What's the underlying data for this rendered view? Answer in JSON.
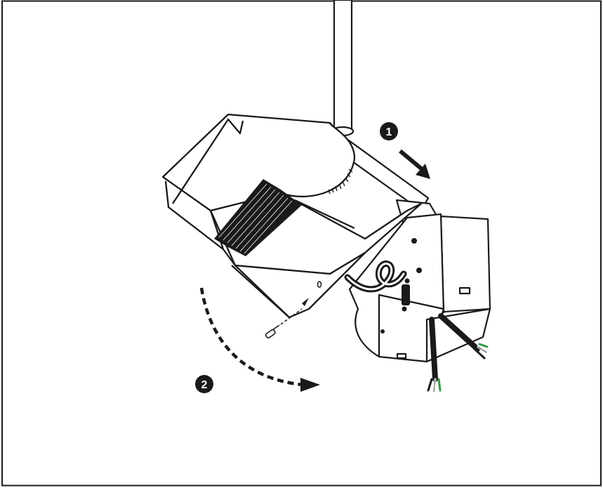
{
  "diagram": {
    "steps": [
      {
        "number": "1",
        "badge_color": "#1a1a1a",
        "number_color": "#ffffff"
      },
      {
        "number": "2",
        "badge_color": "#1a1a1a",
        "number_color": "#ffffff"
      }
    ],
    "icons": [
      "mounting-pole",
      "light-fixture-housing",
      "heat-sink-fins",
      "junction-box",
      "screw",
      "wires",
      "arrow-icon",
      "curved-dashed-arrow-icon"
    ],
    "colors": {
      "line": "#1a1a1a",
      "wire_green": "#2e9e3e",
      "wire_black": "#1a1a1a",
      "wire_white": "#ffffff",
      "background": "#ffffff"
    }
  }
}
